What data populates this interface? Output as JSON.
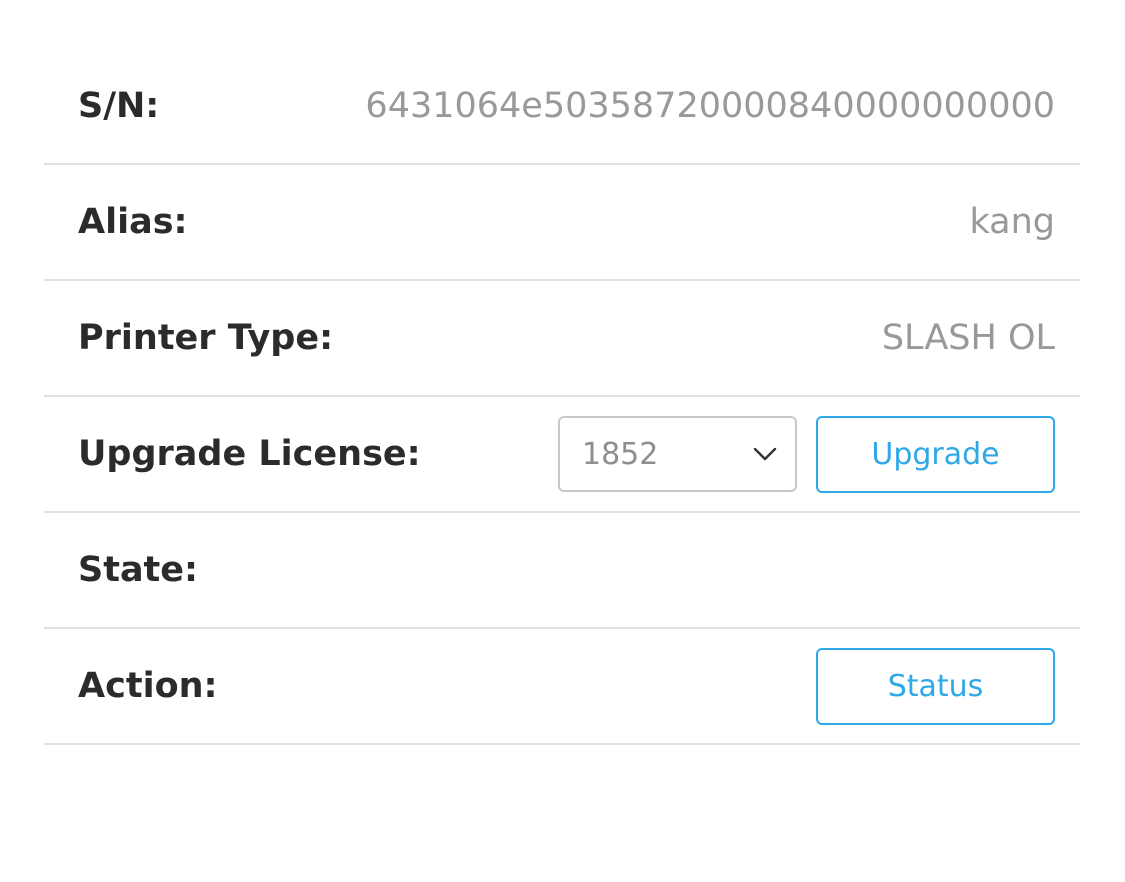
{
  "device": {
    "sn": {
      "label": "S/N:",
      "value": "6431064e50358720000840000000000"
    },
    "alias": {
      "label": "Alias:",
      "value": "kang"
    },
    "printer_type": {
      "label": "Printer Type:",
      "value": "SLASH OL"
    },
    "upgrade_license": {
      "label": "Upgrade License:",
      "selected": "1852",
      "button_label": "Upgrade"
    },
    "state": {
      "label": "State:",
      "value": ""
    },
    "action": {
      "label": "Action:",
      "button_label": "Status"
    }
  },
  "colors": {
    "accent": "#2fa8e8",
    "label": "#2b2b2b",
    "value": "#999999",
    "divider": "#e0e0e0"
  }
}
